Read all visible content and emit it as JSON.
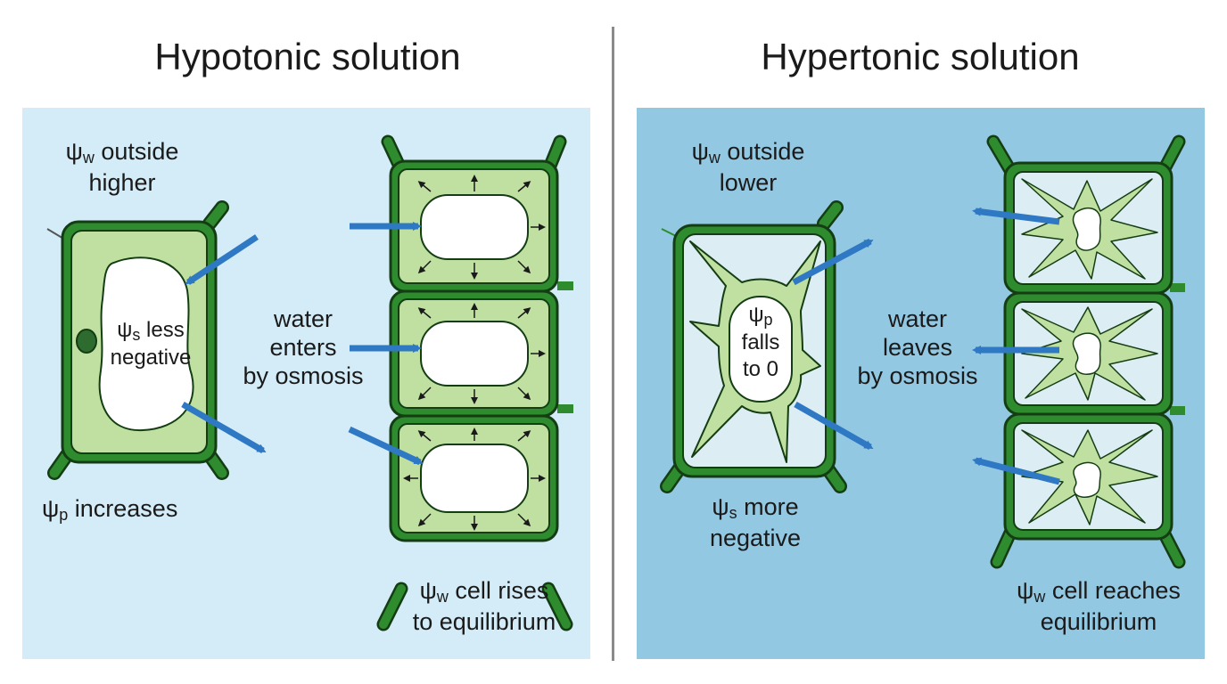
{
  "colors": {
    "cell_wall": "#2e8b2e",
    "cell_wall_outline": "#143d14",
    "cytoplasm": "#bfe0a0",
    "vacuole": "#ffffff",
    "arrow": "#2f78c4",
    "panel_hypotonic": "#d3ecf7",
    "panel_hypertonic": "#93c8e2"
  },
  "left": {
    "title": "Hypotonic solution",
    "psi_w_outside": {
      "symbol": "ψ",
      "sub": "w",
      "text_line1": " outside",
      "text_line2": "higher"
    },
    "psi_s_inside": {
      "symbol": "ψ",
      "sub": "s",
      "text_line1": " less",
      "text_line2": "negative"
    },
    "psi_p": {
      "symbol": "ψ",
      "sub": "p",
      "text": " increases"
    },
    "water_label": {
      "line1": "water",
      "line2": "enters",
      "line3": "by osmosis"
    },
    "result": {
      "symbol": "ψ",
      "sub": "w",
      "text_line1": " cell rises",
      "text_line2": "to equilibrium"
    }
  },
  "right": {
    "title": "Hypertonic solution",
    "psi_w_outside": {
      "symbol": "ψ",
      "sub": "w",
      "text_line1": " outside",
      "text_line2": "lower"
    },
    "psi_p_inside": {
      "symbol": "ψ",
      "sub": "p",
      "text_line1": "falls",
      "text_line2": "to 0"
    },
    "psi_s": {
      "symbol": "ψ",
      "sub": "s",
      "text_line1": " more",
      "text_line2": "negative"
    },
    "water_label": {
      "line1": "water",
      "line2": "leaves",
      "line3": "by osmosis"
    },
    "result": {
      "symbol": "ψ",
      "sub": "w",
      "text_line1": " cell reaches",
      "text_line2": "equilibrium"
    }
  }
}
